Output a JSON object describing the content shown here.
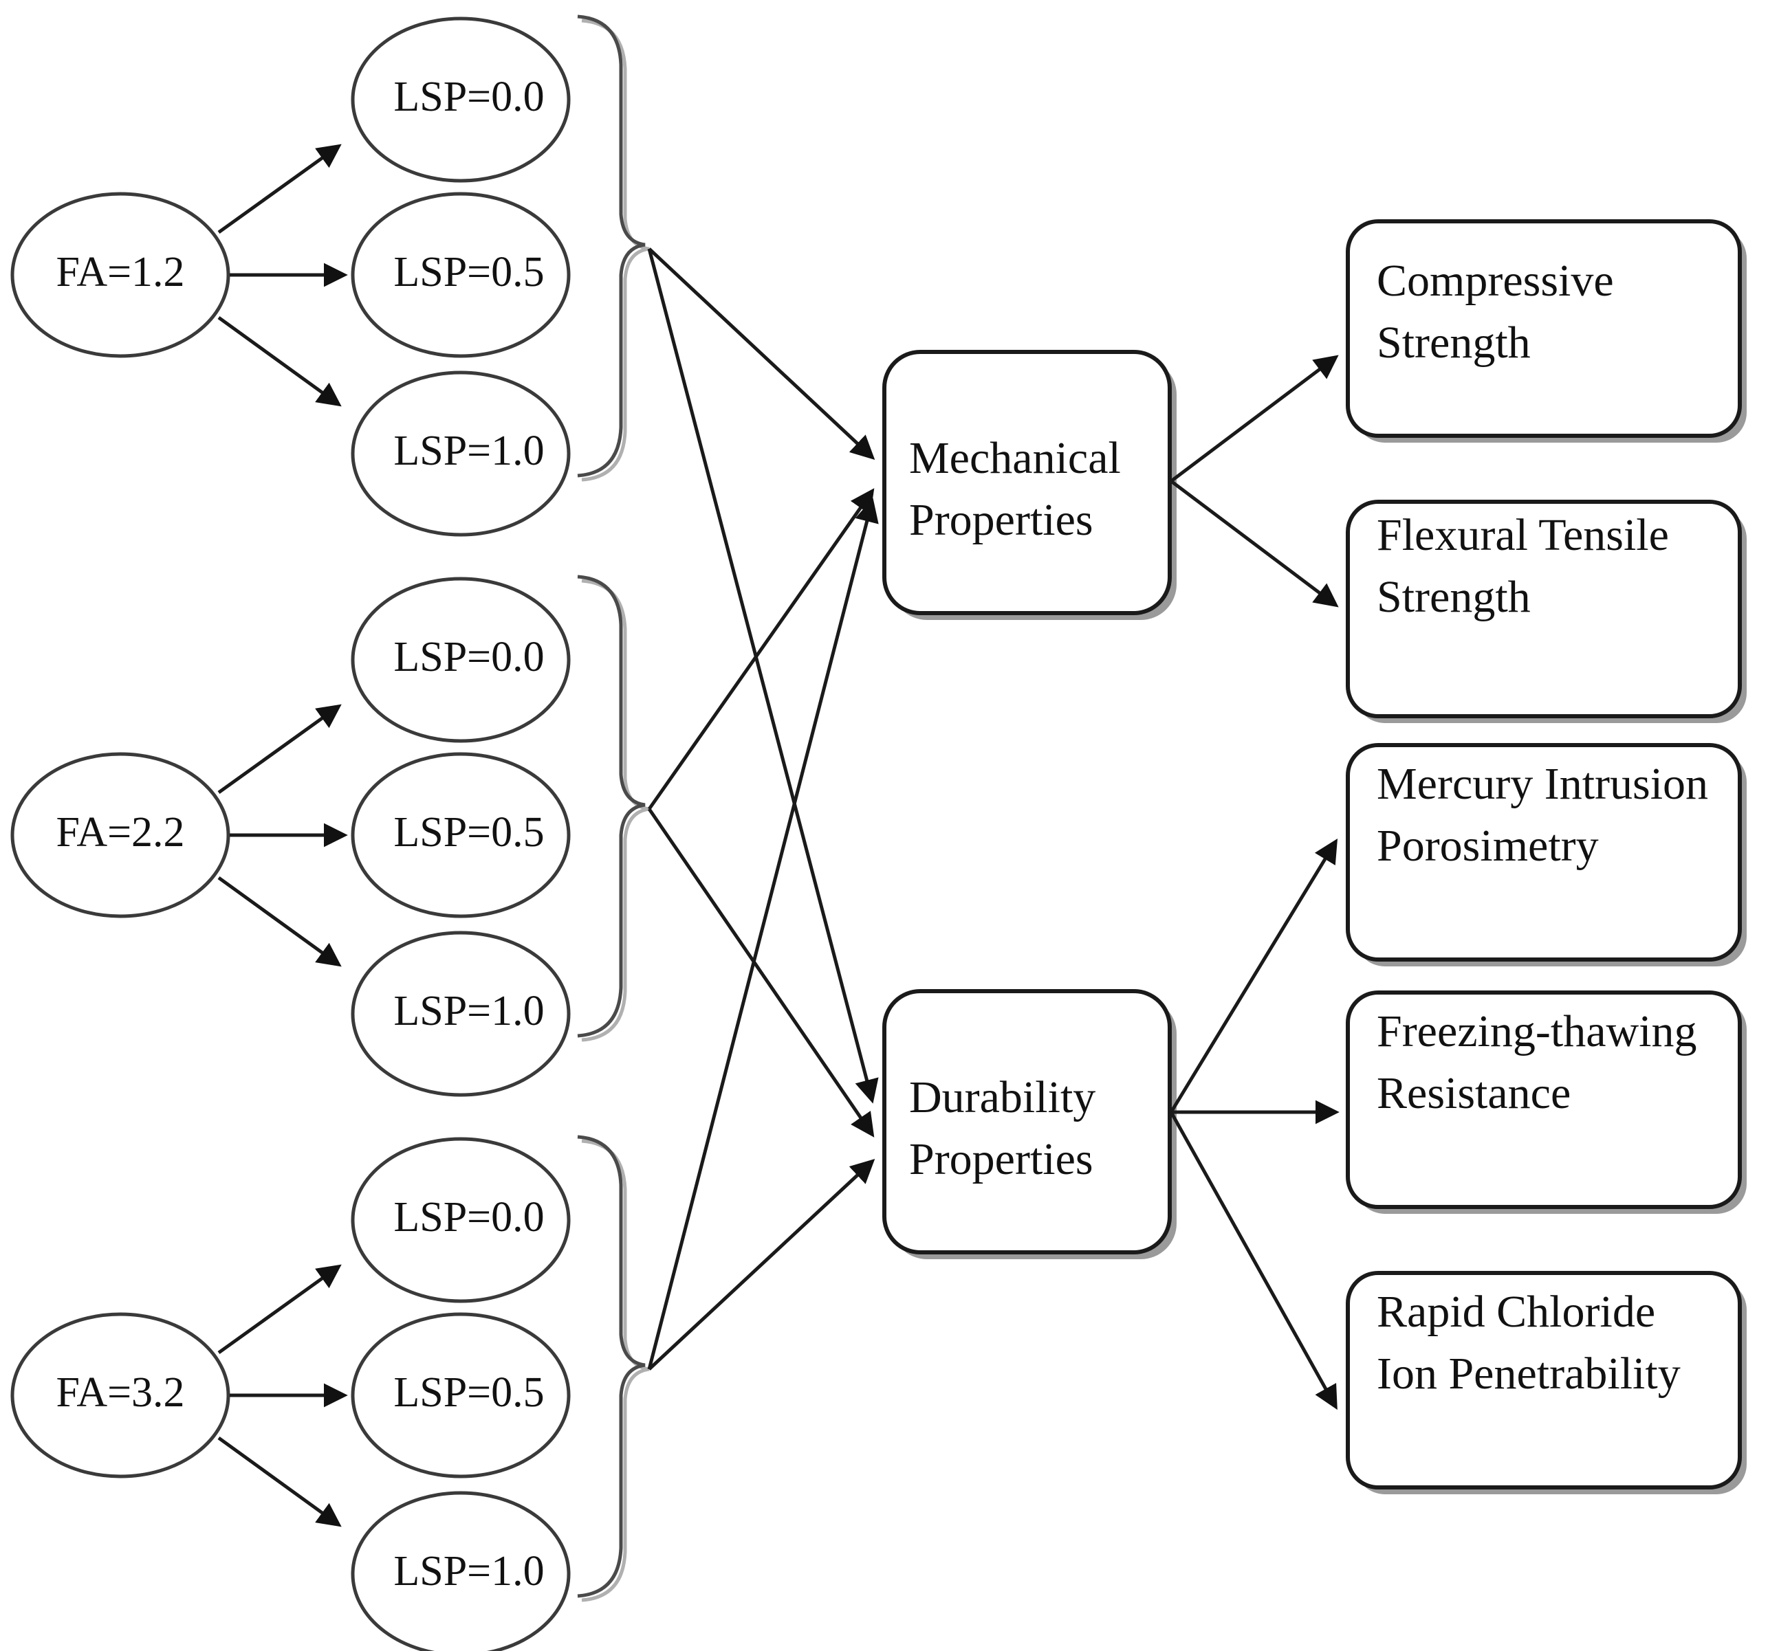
{
  "diagram": {
    "type": "flowchart",
    "background_color": "#ffffff",
    "line_color": "#1a1a1a",
    "text_color": "#111111",
    "groups": [
      {
        "source_label": "FA=1.2",
        "targets": [
          "LSP=0.0",
          "LSP=0.5",
          "LSP=1.0"
        ]
      },
      {
        "source_label": "FA=2.2",
        "targets": [
          "LSP=0.0",
          "LSP=0.5",
          "LSP=1.0"
        ]
      },
      {
        "source_label": "FA=3.2",
        "targets": [
          "LSP=0.0",
          "LSP=0.5",
          "LSP=1.0"
        ]
      }
    ],
    "middle_nodes": [
      {
        "line1": "Mechanical",
        "line2": "Properties"
      },
      {
        "line1": "Durability",
        "line2": "Properties"
      }
    ],
    "outcome_nodes": [
      {
        "line1": "Compressive",
        "line2": "Strength",
        "parent": "Mechanical Properties"
      },
      {
        "line1": "Flexural Tensile",
        "line2": "Strength",
        "parent": "Mechanical Properties"
      },
      {
        "line1": "Mercury Intrusion",
        "line2": "Porosimetry",
        "parent": "Durability Properties"
      },
      {
        "line1": "Freezing-thawing",
        "line2": "Resistance",
        "parent": "Durability Properties"
      },
      {
        "line1": "Rapid Chloride",
        "line2": "Ion Penetrability",
        "parent": "Durability Properties"
      }
    ]
  }
}
